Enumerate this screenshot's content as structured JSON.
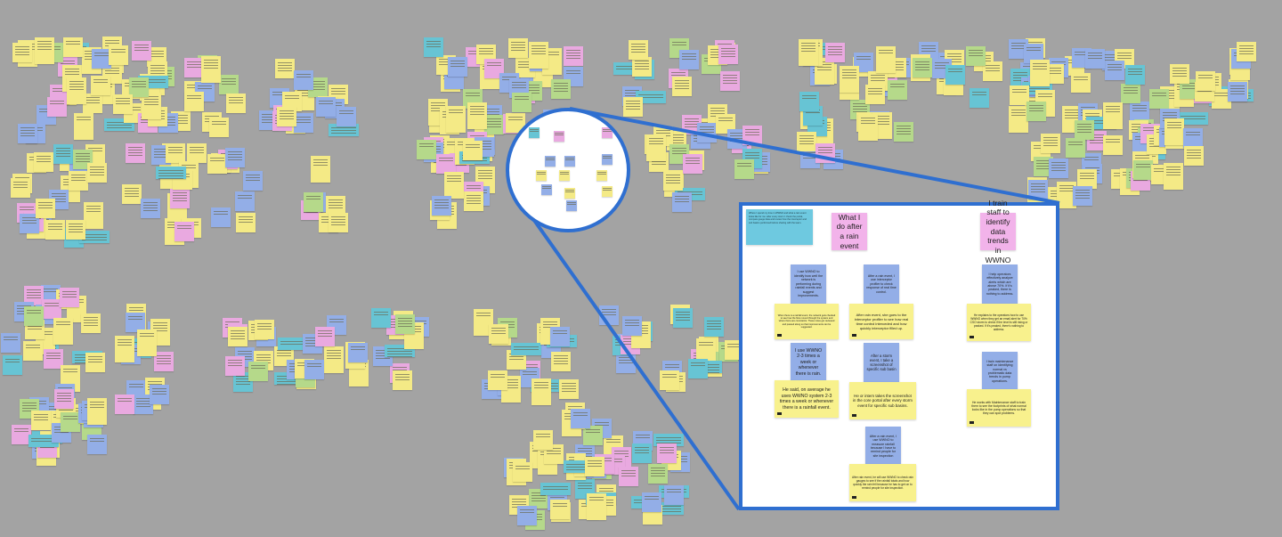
{
  "zoom": {
    "intro_note": "Where I spend my time in WWNO and what a rain event looks like for me: after every storm I check the portal, compare gauge data and review how the interceptor and sub basins performed before sharing with the team.",
    "headers": {
      "rain_event": "What I do after a rain event",
      "train_staff": "I train staff to identify data trends in WWNO"
    },
    "notes": {
      "network_blue": "I use WWNO to identify how well the network is performing during rainfall events and suggest improvements.",
      "network_yellow": "When there is a rainfall event, the network gets checked to see how the flow moved through the system and where there are constraints. These notes get reviewed and passed along so that improvements can be suggested.",
      "interceptor_blue": "After a rain event, I use interceptor profiler to check response of real time control.",
      "interceptor_yellow": "After rain event, she goes to the interceptor profiler to see how real time control interceded and how quickly interceptor filled up.",
      "frequency_blue": "I use WWNO 2-3 times a week or whenever there is rain.",
      "frequency_yellow": "He said, on average he uses WWNO system 2-3 times a week or whenever there is a rainfall event.",
      "screenshot_blue": "After a storm event, I take a screenshot of specific sub basin",
      "screenshot_yellow": "He or intern takes the screenshot in the core portal after every storm event for specific sub basins.",
      "rainfall_blue": "After a rain event, I use WWNO to measure rainfall because I have to remind people for site inspection",
      "rainfall_yellow": "After rain event, he will use WWNO to check rain gauges to see if the rainfall totals and how quickly the rain fell because he has to get on to remind people for site inspection.",
      "operators_blue": "I help operators effectively analyze alerts which are above 70%. If it's peaked, there is nothing to address.",
      "operators_yellow": "He explains to the operators how to use WWNO when they get an email alert for 70% CSO storm to check if the level is still rising or peaked. If it's peaked, there's nothing to address.",
      "maintenance_blue": "I train maintenance staff on identifying normal vs problematic data trends in pump operations.",
      "maintenance_yellow": "He works with Maintenance staff to train them to see the footprints of what normal looks like in the pump operations so that they can spot problems."
    }
  },
  "colors": {
    "canvas": "#a3a3a3",
    "highlight": "#2f6fd0",
    "sticky_yellow": "#f8f18d",
    "sticky_blue": "#93aee7",
    "sticky_pink": "#f2b3ea",
    "sticky_cyan": "#6ec9e0"
  }
}
